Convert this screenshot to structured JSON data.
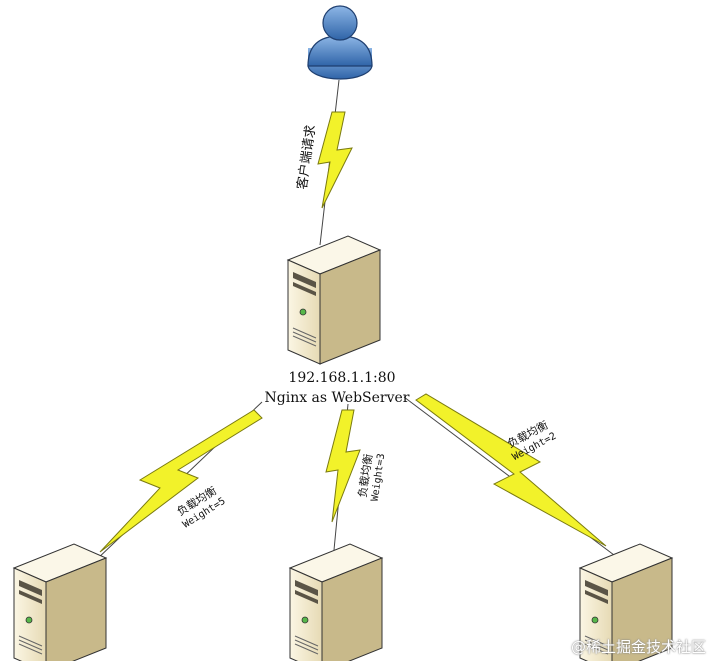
{
  "nodes": {
    "client": {
      "icon": "user-icon"
    },
    "main_server": {
      "icon": "server-icon",
      "ip": "192.168.1.1:80",
      "role": "Nginx as WebServer"
    },
    "backends": [
      {
        "icon": "server-icon",
        "link_label": "负载均衡",
        "link_weight": "Weight=5"
      },
      {
        "icon": "server-icon",
        "link_label": "负载均衡",
        "link_weight": "Weight=3"
      },
      {
        "icon": "server-icon",
        "link_label": "负载均衡",
        "link_weight": "Weight=2"
      }
    ]
  },
  "client_link": {
    "label": "客户端请求"
  },
  "watermark": "@稀土掘金技术社区",
  "colors": {
    "bolt_fill": "#f2f22a",
    "bolt_stroke": "#7a7a10",
    "server_front": "#f2ead0",
    "server_side": "#c8b98a",
    "server_top": "#fbf7e8",
    "user_fill": "#4f86c6"
  }
}
